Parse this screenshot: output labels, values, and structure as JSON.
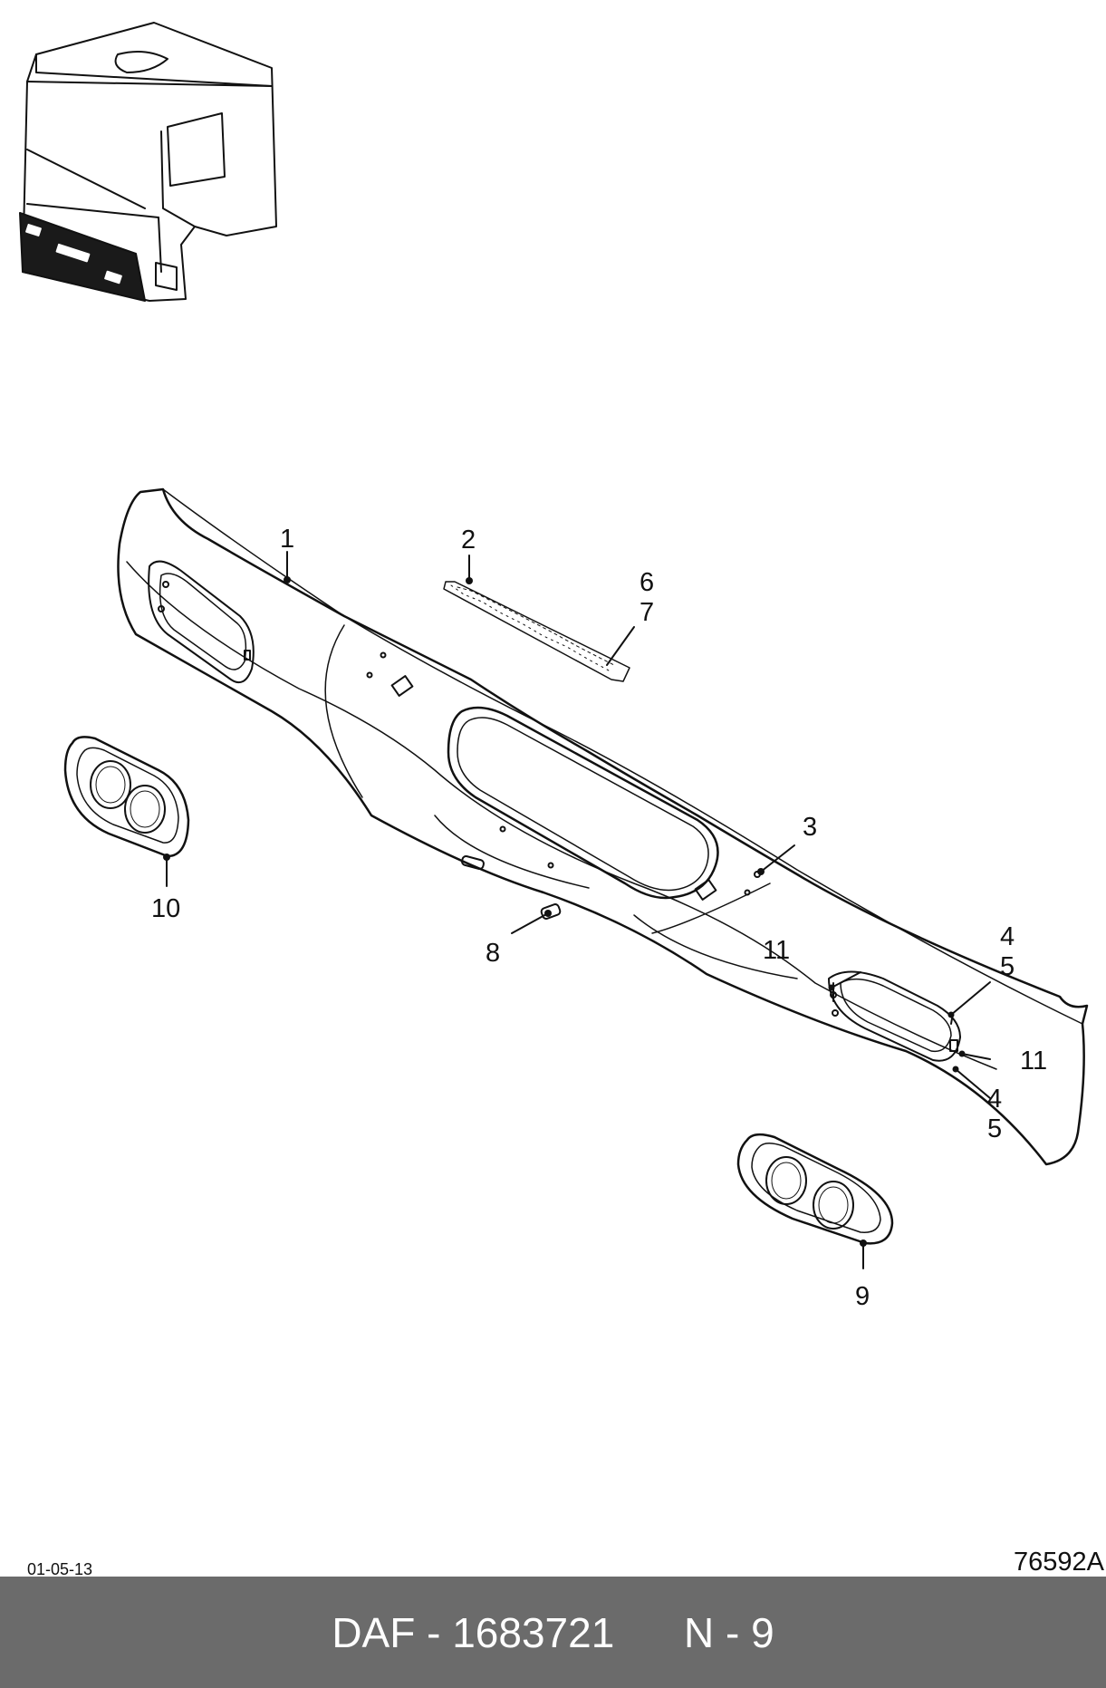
{
  "colors": {
    "footer_bg": "#6b6b6b",
    "footer_text": "#ffffff",
    "line": "#111111",
    "dark_panel": "#1a1a1a"
  },
  "drawing": {
    "callouts": {
      "c1": "1",
      "c2": "2",
      "c3": "3",
      "c4a": "4",
      "c5a": "5",
      "c6": "6",
      "c7": "7",
      "c8": "8",
      "c9": "9",
      "c10": "10",
      "c11a": "11",
      "c11b": "11",
      "c4b": "4",
      "c5b": "5"
    }
  },
  "date": "01-05-13",
  "ref_number": "76592A",
  "footer": {
    "part": "DAF - 1683721",
    "page": "N - 9"
  }
}
